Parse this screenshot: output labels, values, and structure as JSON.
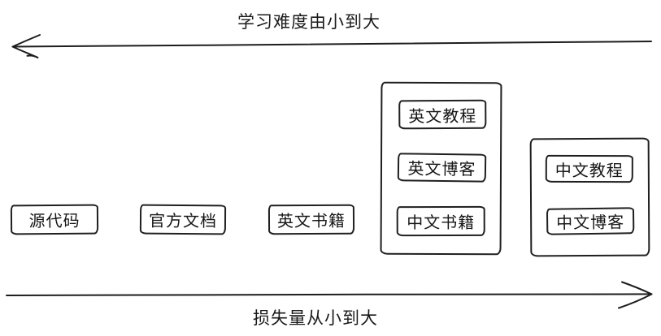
{
  "canvas": {
    "background": "#ffffff",
    "line_color": "#1d1d1d"
  },
  "top_axis": {
    "label": "学习难度由小到大",
    "direction": "left"
  },
  "bottom_axis": {
    "label": "损失量从小到大",
    "direction": "right"
  },
  "nodes": [
    {
      "id": "source-code",
      "label": "源代码"
    },
    {
      "id": "official-docs",
      "label": "官方文档"
    },
    {
      "id": "english-books",
      "label": "英文书籍"
    }
  ],
  "groups": [
    {
      "id": "english-resources",
      "items": [
        {
          "id": "english-tutorials",
          "label": "英文教程"
        },
        {
          "id": "english-blogs",
          "label": "英文博客"
        },
        {
          "id": "chinese-books",
          "label": "中文书籍"
        }
      ]
    },
    {
      "id": "chinese-resources",
      "items": [
        {
          "id": "chinese-tutorials",
          "label": "中文教程"
        },
        {
          "id": "chinese-blogs",
          "label": "中文博客"
        }
      ]
    }
  ]
}
